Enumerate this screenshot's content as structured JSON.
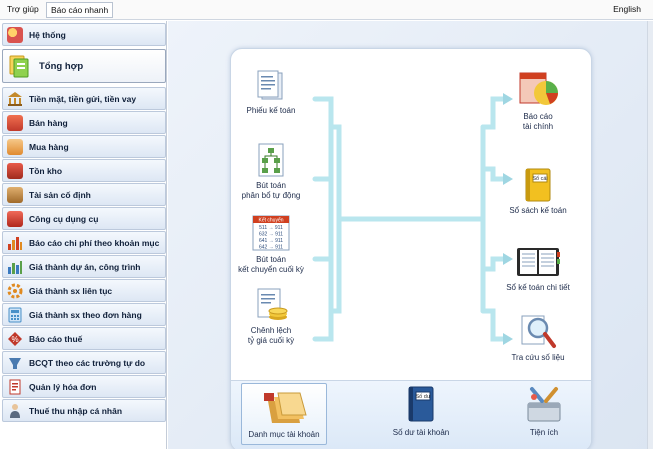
{
  "menubar": {
    "help": "Trợ giúp",
    "quick_report": "Báo cáo nhanh",
    "language": "English"
  },
  "sidebar": {
    "items": [
      {
        "label": "Hệ thống",
        "icon": "system-icon",
        "color": "#d9534f"
      },
      {
        "label": "Tổng hợp",
        "icon": "summary-icon",
        "color": "#f0a020",
        "active": true
      },
      {
        "label": "Tiền mặt, tiền gửi, tiền vay",
        "icon": "bank-icon",
        "color": "#c48a2c"
      },
      {
        "label": "Bán hàng",
        "icon": "sales-icon",
        "color": "#c0392b"
      },
      {
        "label": "Mua hàng",
        "icon": "purchase-icon",
        "color": "#e8a34a"
      },
      {
        "label": "Tồn kho",
        "icon": "inventory-icon",
        "color": "#c0392b"
      },
      {
        "label": "Tài sản cố định",
        "icon": "fixed-asset-icon",
        "color": "#b07a3a"
      },
      {
        "label": "Công cụ dụng cụ",
        "icon": "tools-icon",
        "color": "#c0392b"
      },
      {
        "label": "Báo cáo chi phí theo khoản mục",
        "icon": "cost-report-icon",
        "color": "#d04020"
      },
      {
        "label": "Giá thành dự án, công trình",
        "icon": "project-cost-icon",
        "color": "#3a7ac0"
      },
      {
        "label": "Giá thành sx liên tục",
        "icon": "continuous-cost-icon",
        "color": "#e08a20"
      },
      {
        "label": "Giá thành sx theo đơn hàng",
        "icon": "order-cost-icon",
        "color": "#4a90c8"
      },
      {
        "label": "Báo cáo thuế",
        "icon": "tax-report-icon",
        "color": "#c0392b"
      },
      {
        "label": "BCQT theo các trường tự do",
        "icon": "custom-report-icon",
        "color": "#4a7ab0"
      },
      {
        "label": "Quản lý hóa đơn",
        "icon": "invoice-icon",
        "color": "#c0392b"
      },
      {
        "label": "Thuế thu nhập cá nhân",
        "icon": "personal-tax-icon",
        "color": "#5a6a80"
      }
    ]
  },
  "diagram": {
    "left": [
      {
        "label": "Phiếu kế toán",
        "icon": "voucher-icon"
      },
      {
        "label": "Bút toán\nphân bổ tự động",
        "icon": "auto-allocation-icon"
      },
      {
        "label": "Bút toán\nkết chuyển cuối kỳ",
        "icon": "period-end-transfer-icon",
        "doc_title": "Kết chuyển",
        "rows": [
          "511 → 911",
          "632 → 911",
          "641 → 911",
          "642 → 911"
        ]
      },
      {
        "label": "Chênh lệch\ntỷ giá cuối kỳ",
        "icon": "exchange-rate-icon"
      }
    ],
    "right": [
      {
        "label": "Báo cáo\ntài chính",
        "icon": "financial-report-icon"
      },
      {
        "label": "Sổ sách kế toán",
        "icon": "accounting-books-icon",
        "book_title": "Sổ cái"
      },
      {
        "label": "Sổ kế toán chi tiết",
        "icon": "detail-ledger-icon"
      },
      {
        "label": "Tra cứu số liệu",
        "icon": "data-lookup-icon"
      }
    ],
    "bottom": [
      {
        "label": "Danh mục tài khoản",
        "icon": "account-list-icon",
        "selected": true
      },
      {
        "label": "Số dư tài khoản",
        "icon": "account-balance-icon",
        "book_title": "Số dư"
      },
      {
        "label": "Tiện ích",
        "icon": "utilities-icon"
      }
    ]
  },
  "colors": {
    "connector": "#b9e6ee",
    "connector_edge": "#8fcfdc",
    "panel_border": "#c9d6e6"
  }
}
